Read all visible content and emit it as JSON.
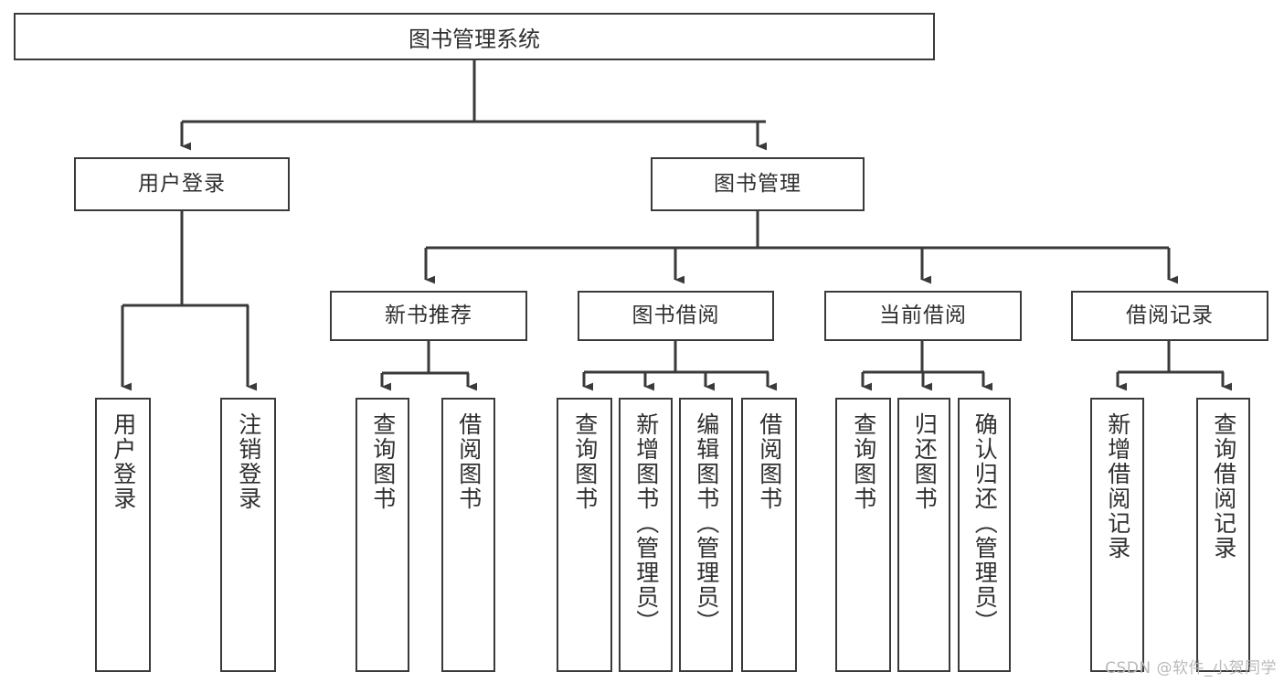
{
  "diagram": {
    "title": "图书管理系统",
    "type": "tree-hierarchy-chart",
    "root": {
      "id": "root",
      "label": "图书管理系统"
    },
    "level2": [
      {
        "id": "user-login",
        "label": "用户登录"
      },
      {
        "id": "book-manage",
        "label": "图书管理"
      }
    ],
    "level3": [
      {
        "id": "new-book-rec",
        "label": "新书推荐"
      },
      {
        "id": "book-borrow",
        "label": "图书借阅"
      },
      {
        "id": "current-borrow",
        "label": "当前借阅"
      },
      {
        "id": "borrow-record",
        "label": "借阅记录"
      }
    ],
    "leaves": {
      "user_login": [
        {
          "id": "leaf-user-login",
          "label": "用户登录"
        },
        {
          "id": "leaf-logout",
          "label": "注销登录"
        }
      ],
      "new_book_rec": [
        {
          "id": "leaf-query-book-1",
          "label": "查询图书"
        },
        {
          "id": "leaf-borrow-book-1",
          "label": "借阅图书"
        }
      ],
      "book_borrow": [
        {
          "id": "leaf-query-book-2",
          "label": "查询图书"
        },
        {
          "id": "leaf-add-book",
          "label": "新增图书（管理员）"
        },
        {
          "id": "leaf-edit-book",
          "label": "编辑图书（管理员）"
        },
        {
          "id": "leaf-borrow-book-2",
          "label": "借阅图书"
        }
      ],
      "current_borrow": [
        {
          "id": "leaf-query-book-3",
          "label": "查询图书"
        },
        {
          "id": "leaf-return-book",
          "label": "归还图书"
        },
        {
          "id": "leaf-confirm-return",
          "label": "确认归还（管理员）"
        }
      ],
      "borrow_record": [
        {
          "id": "leaf-add-record",
          "label": "新增借阅记录"
        },
        {
          "id": "leaf-query-record",
          "label": "查询借阅记录"
        }
      ]
    }
  },
  "watermark": {
    "text": "CSDN @软件_小贺同学"
  },
  "colors": {
    "stroke": "#3a3a3a",
    "text": "#2f2f2f",
    "background": "#ffffff",
    "watermark": "#b9b9b9"
  }
}
